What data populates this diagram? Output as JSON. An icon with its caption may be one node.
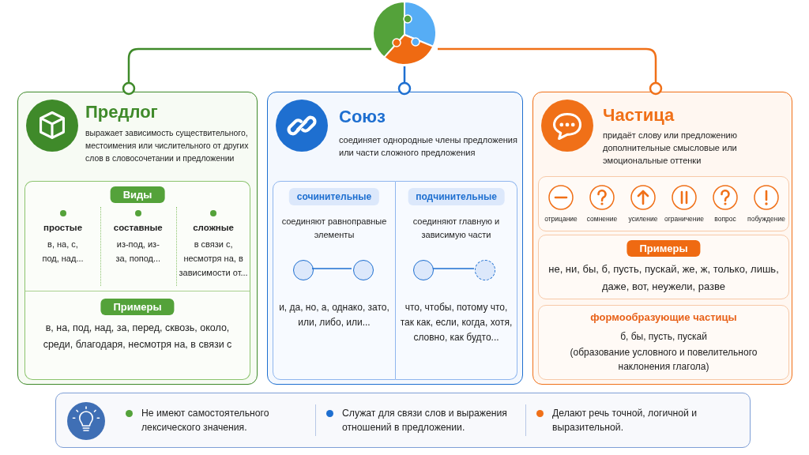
{
  "diagram": {
    "nodes": [
      {
        "text": [],
        "shape": "circle"
      },
      {
        "text": [
          "Предлог",
          "выражает зависимость существительного, местоимения или числительного от других слов в словосочетании и предложении"
        ]
      },
      {
        "text": [
          "Виды",
          "простые",
          "в, на, с, под, над...",
          "составные",
          "из-под, из-за, попод...",
          "сложные",
          "в связи с, несмотря на, в зависимости от..."
        ],
        "in": 1
      },
      {
        "text": [
          "Примеры",
          "в, на, под, над, за, перед, сквозь, около, среди, благодаря, несмотря на, в связи с"
        ],
        "in": 1
      },
      {
        "text": [
          "Союз",
          "соединяет однородные члены предложения или части сложного предложения"
        ]
      },
      {
        "text": [
          "сочинительные",
          "соединяют равноправные элементы",
          "и, да, но, а, однако, зато, или, либо, или..."
        ],
        "in": 4
      },
      {
        "text": [
          "подчинительные",
          "соединяют главную и зависимую части",
          "что, чтобы, потому что, так как, если, когда, хотя, словно, как будто..."
        ],
        "in": 4
      },
      {
        "text": [],
        "shape": "circle",
        "in": 5
      },
      {
        "text": [],
        "shape": "circle",
        "in": 5
      },
      {
        "text": [],
        "shape": "circle",
        "in": 6
      },
      {
        "text": [],
        "shape": "circle",
        "in": 6
      },
      {
        "text": [
          "Частица",
          "придаёт слову или предложению дополнительные смысловые или эмоциональные оттенки"
        ]
      },
      {
        "text": [
          "отрицание",
          "сомнение",
          "усиление",
          "ограничение",
          "вопрос",
          "побуждение"
        ],
        "in": 11
      },
      {
        "text": [
          "Примеры",
          "не, ни, бы, б, пусть, пускай, же, ж, только, лишь, даже, вот, неужели, разве"
        ],
        "in": 11
      },
      {
        "text": [
          "формообразующие частицы",
          "б, бы, пусть, пускай",
          "(образование условного и повелительного наклонения глагола)"
        ],
        "in": 11
      },
      {
        "text": [
          "Не имеют самостоятельного лексического значения.",
          "Служат для связи слов и выражения отношений в предложении.",
          "Делают речь точной, логичной и выразительной."
        ]
      }
    ],
    "edges": [
      {
        "from": 0,
        "to": 1,
        "arrow": "other",
        "color": "#3f8a2a"
      },
      {
        "from": 0,
        "to": 4,
        "arrow": "other",
        "color": "#1e6fd0"
      },
      {
        "from": 0,
        "to": 11,
        "arrow": "other",
        "color": "#f07018"
      },
      {
        "from": 7,
        "to": 8,
        "arrow": "none",
        "color": "#1e6fd0"
      },
      {
        "from": 9,
        "to": 10,
        "arrow": "none",
        "color": "#1e6fd0"
      }
    ]
  }
}
